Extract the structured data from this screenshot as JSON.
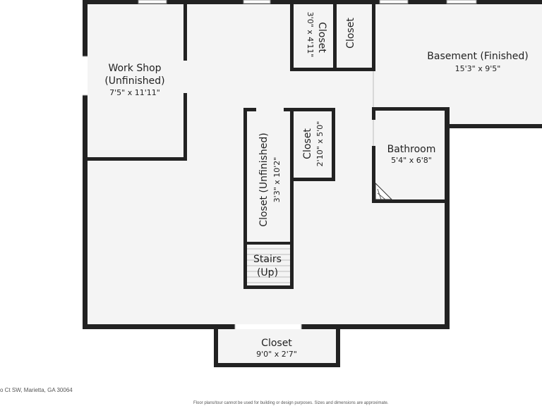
{
  "rooms": {
    "workshop": {
      "name_line1": "Work Shop",
      "name_line2": "(Unfinished)",
      "dims": "7'5\" x 11'11\""
    },
    "basement": {
      "name": "Basement (Finished)",
      "dims": "15'3\" x 9'5\""
    },
    "bathroom": {
      "name": "Bathroom",
      "dims": "5'4\" x 6'8\""
    },
    "closet_top_left": {
      "name": "Closet",
      "dims": "3'0\" x 4'11\""
    },
    "closet_top_right": {
      "name": "Closet"
    },
    "closet_unfinished": {
      "name": "Closet (Unfinished)",
      "dims": "3'3\" x 10'2\""
    },
    "closet_middle": {
      "name": "Closet",
      "dims": "2'10\" x 5'0\""
    },
    "stairs": {
      "name_line1": "Stairs",
      "name_line2": "(Up)"
    },
    "closet_bottom": {
      "name": "Closet",
      "dims": "9'0\" x 2'7\""
    }
  },
  "footer": {
    "address": "o Ct SW, Marietta, GA 30064",
    "disclaimer": "Floor plans/tour cannot be used for building or design purposes. Sizes and dimensions are approximate."
  }
}
